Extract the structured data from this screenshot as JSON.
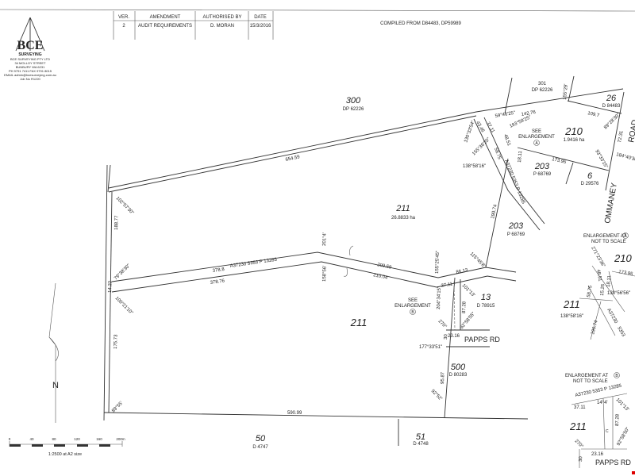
{
  "logo": {
    "mark": "BCE",
    "sub": "SURVEYING",
    "company": "BCE SURVEYING PTY LTD",
    "street": "34 MOLLOY STREET",
    "town": "BUNBURY WA 6231",
    "phone": "PH 9791 7411   FAX 9791 8015",
    "email": "EMAIL admin@bcesurveying.com.au",
    "job": "Job No R1220"
  },
  "amendments": {
    "headers": [
      "VER.",
      "AMENDMENT",
      "AUTHORISED BY",
      "DATE"
    ],
    "rows": [
      [
        "2",
        "AUDIT REQUIREMENTS",
        "D. MORAN",
        "15/3/2016"
      ]
    ]
  },
  "compiled": "COMPILED FROM D84483, DP59989",
  "lots": {
    "l300": "300",
    "l300dp": "DP 62226",
    "l301": "301",
    "l301dp": "DP 62226",
    "l26": "26",
    "l26d": "D 84483",
    "l210": "210",
    "l210ha": "1.9416 ha",
    "l203a": "203",
    "l203ap": "P 68769",
    "l6": "6",
    "l6d": "D 29576",
    "l211": "211",
    "l211ha": "26.8833 ha",
    "l203b": "203",
    "l203bp": "P 68769",
    "l211b": "211",
    "l13": "13",
    "l13d": "D 78915",
    "l500": "500",
    "l500d": "D 80283",
    "l50": "50",
    "l50d": "D 4747",
    "l51": "51",
    "l51d": "D 4748"
  },
  "roads": {
    "ommaney": "OMMANEY",
    "road": "ROAD",
    "papps": "PAPPS RD",
    "papps_a": "PAPPS RD"
  },
  "see_enlargement": {
    "see": "SEE",
    "enl": "ENLARGEMENT",
    "a": "A",
    "b": "B"
  },
  "dims": {
    "d654": "654.59",
    "d142": "142.76",
    "d109": "109.7",
    "d173": "173.95",
    "b155": "155°29'",
    "b89": "89°28'30\"",
    "d72": "72.31",
    "b184": "184°40'30\"",
    "b93": "93°33'15\"",
    "b59": "59°46'25\"",
    "b193": "193°59'25\"",
    "d3711a": "37.11",
    "d4346": "43.46",
    "b130": "130°33'54\"",
    "b155b": "155°36'20\"",
    "d4851": "48.51",
    "d5875": "58.75",
    "d1811": "18.11",
    "b138": "138°58'16\"",
    "dA": "A37230  5353  P 13285",
    "d190": "190.74",
    "b115": "115°45'8\"",
    "d188": "188.77",
    "b102": "102°57'30\"",
    "b79": "79°38'30\"",
    "d1422": "14.22",
    "b100": "100°21'10\"",
    "d175": "175.73",
    "b89b": "89°55'",
    "d3788": "378.8",
    "d37876": "378.76",
    "dA2": "A37230  5353  P 13285",
    "b201": "201°4'",
    "b158": "158°56'",
    "d209": "209.59",
    "d210": "210.04",
    "b155c": "155°25'45\"",
    "d8613": "86.13",
    "d3711b": "37.11",
    "b204": "204°34'15\"",
    "b101": "101°13'",
    "d8728": "87.28",
    "b92": "92°58'55\"",
    "b270": "270°",
    "d30": "30",
    "d2316": "23.16",
    "b177": "177°33'51\"",
    "d9587": "95.87",
    "b92b": "92°52'",
    "d590": "590.99"
  },
  "enl_a": {
    "title1": "ENLARGEMENT AT",
    "title2": "NOT TO SCALE",
    "circle": "A",
    "l210": "210",
    "l211": "211",
    "b271": "271°23'36\"",
    "d4851": "48.51",
    "d1811": "18.11",
    "d17395": "173.95",
    "d1526": "15.26",
    "b138a": "138°56'56\"",
    "d5875": "58.75",
    "b138b": "138°58'16\"",
    "d190": "190.74",
    "a": "A37230",
    "n": "5353"
  },
  "enl_b": {
    "title1": "ENLARGEMENT AT",
    "title2": "NOT TO SCALE",
    "circle": "B",
    "top": "A37230   5353   P 13285",
    "d3711": "37.11",
    "b14": "14°4'",
    "b101": "101°13'",
    "l211": "211",
    "d8728": "87.28",
    "b92": "92°58'50\"",
    "b270": "270°",
    "d2316": "23.16",
    "d30": "30",
    "c": "C"
  },
  "north": "N",
  "scale": {
    "ticks": [
      "0",
      "40",
      "80",
      "120",
      "160",
      "200m"
    ],
    "label": "1:2500 at A2 size"
  }
}
